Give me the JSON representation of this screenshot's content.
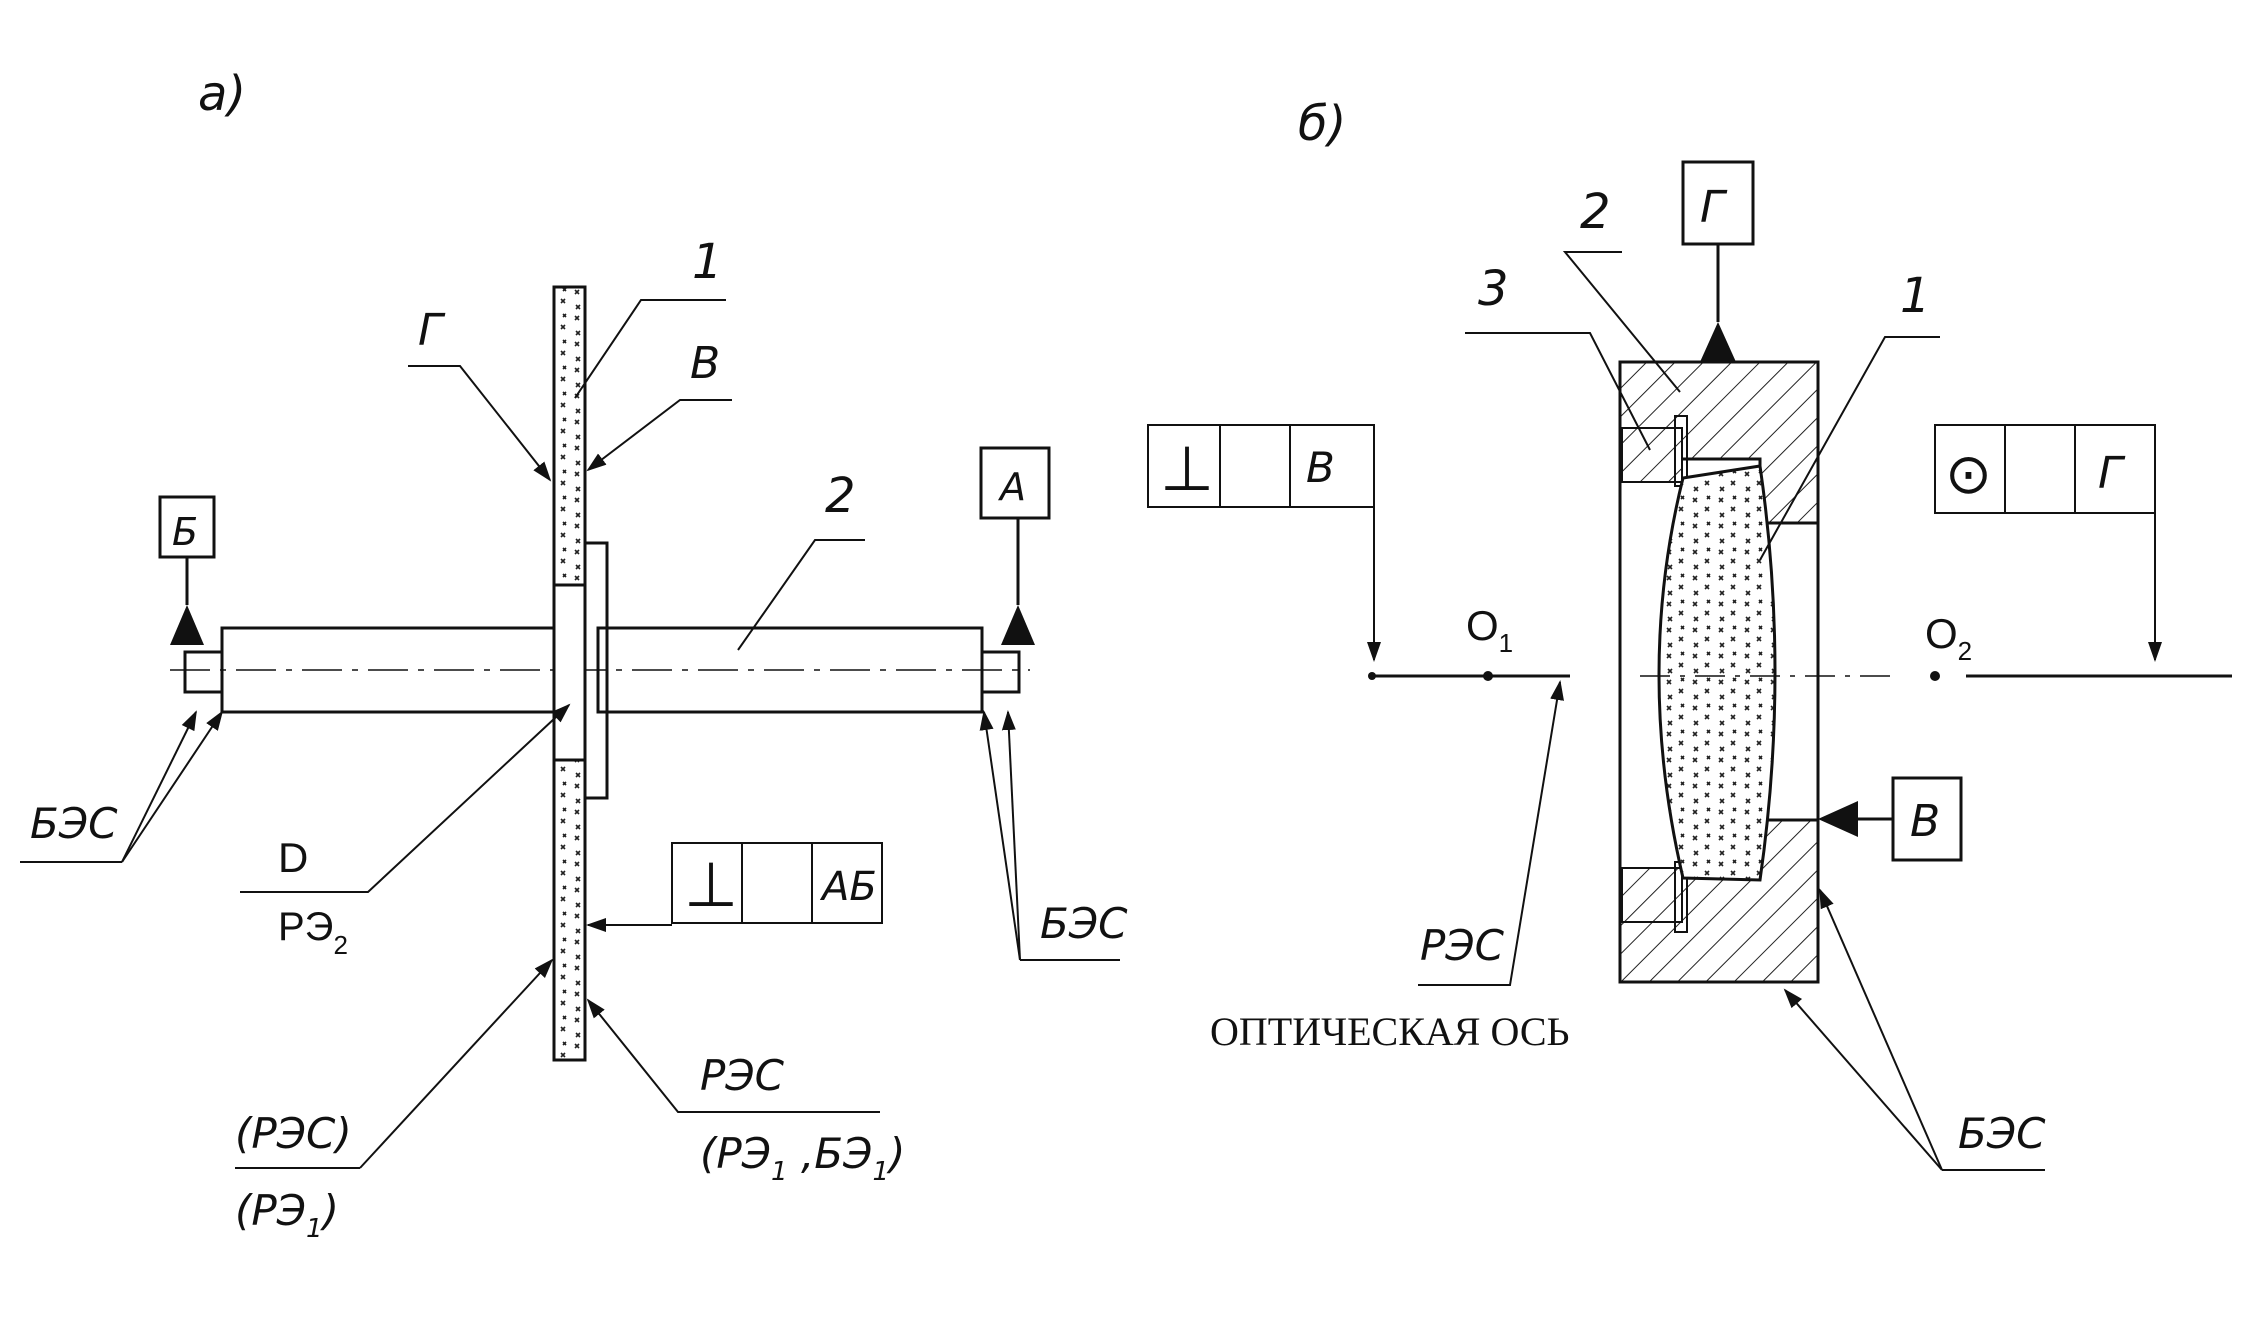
{
  "panels": {
    "a": {
      "label": "а)",
      "callouts": {
        "part1": "1",
        "part2": "2",
        "surface_g": "Г",
        "surface_v": "В",
        "datum_b": "Б",
        "datum_a": "А",
        "bes_left": "БЭС",
        "bes_right": "БЭС",
        "d": "D",
        "re2_main": "РЭ",
        "re2_sub": "2",
        "res": "РЭС",
        "res_paren_top": "(РЭС)",
        "re1_paren_main": "(РЭ",
        "re1_paren_sub": "1",
        "re1_paren_close": ")",
        "re1_be1_open": "(РЭ",
        "re1_be1_sub1": "1",
        "re1_be1_mid": " ,БЭ",
        "re1_be1_sub2": "1",
        "re1_be1_close": ")"
      },
      "tolerance_frame": {
        "symbol": "⊥",
        "value": "",
        "datum": "АБ"
      }
    },
    "b": {
      "label": "б)",
      "callouts": {
        "part1": "1",
        "part2": "2",
        "part3": "3",
        "datum_g": "Г",
        "datum_v": "В",
        "o1_main": "O",
        "o1_sub": "1",
        "o2_main": "O",
        "o2_sub": "2",
        "res": "РЭС",
        "bes": "БЭС",
        "optical_axis": "ОПТИЧЕСКАЯ ОСЬ"
      },
      "tolerance_frame_left": {
        "symbol": "⊥",
        "value": "",
        "datum": "В"
      },
      "tolerance_frame_right": {
        "symbol": "⊙",
        "value": "",
        "datum": "Г"
      }
    }
  }
}
